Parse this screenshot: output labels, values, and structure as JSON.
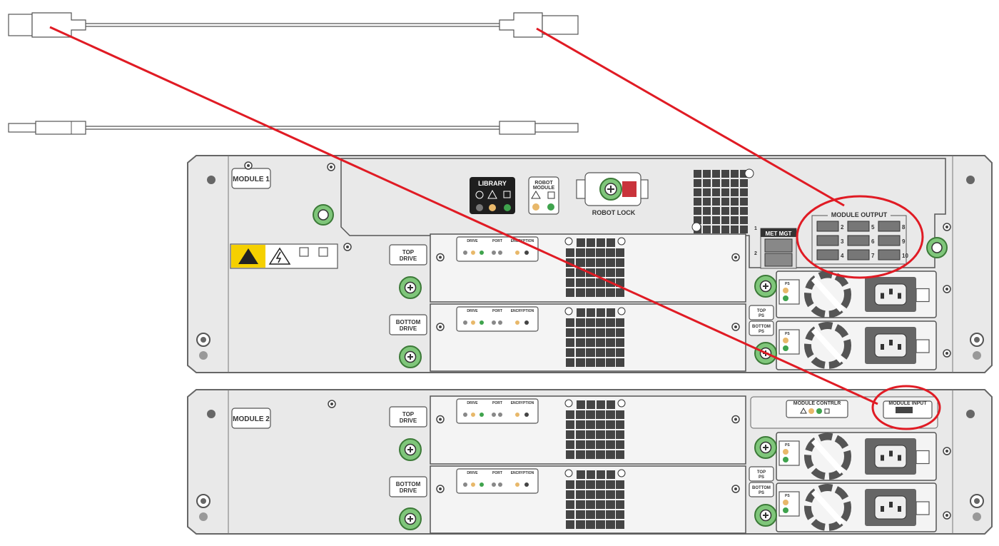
{
  "colors": {
    "annotation": "#e01b24",
    "screw": "#7fc67a",
    "chassis": "#e9e9e9",
    "led_amber": "#e8b86a",
    "led_green": "#3fa34d"
  },
  "cables": [
    {
      "name": "usb-cable",
      "type": "USB"
    },
    {
      "name": "ethernet-cable",
      "type": "thin"
    }
  ],
  "module1": {
    "label": "MODULE 1",
    "library": {
      "title": "LIBRARY"
    },
    "robot_module": {
      "title_line1": "ROBOT",
      "title_line2": "MODULE"
    },
    "robot_lock": "ROBOT LOCK",
    "met_mgt": {
      "title": "MET MGT",
      "port1": "1",
      "port2": "2"
    },
    "module_output": {
      "title": "MODULE OUTPUT",
      "ports": [
        "2",
        "3",
        "4",
        "5",
        "6",
        "7",
        "8",
        "9",
        "10"
      ]
    },
    "top_drive": {
      "line1": "TOP",
      "line2": "DRIVE"
    },
    "bottom_drive": {
      "line1": "BOTTOM",
      "line2": "DRIVE"
    },
    "top_ps": {
      "line1": "TOP",
      "line2": "PS"
    },
    "bottom_ps": {
      "line1": "BOTTOM",
      "line2": "PS"
    }
  },
  "module2": {
    "label": "MODULE 2",
    "module_controller": "MODULE CONTRLR",
    "module_input": "MODULE INPUT",
    "top_drive": {
      "line1": "TOP",
      "line2": "DRIVE"
    },
    "bottom_drive": {
      "line1": "BOTTOM",
      "line2": "DRIVE"
    },
    "top_ps": {
      "line1": "TOP",
      "line2": "PS"
    },
    "bottom_ps": {
      "line1": "BOTTOM",
      "line2": "PS"
    }
  },
  "sled_labels": {
    "drive": "DRIVE",
    "port": "PORT",
    "encryption": "ENCRYPTION",
    "ps": "PS"
  }
}
